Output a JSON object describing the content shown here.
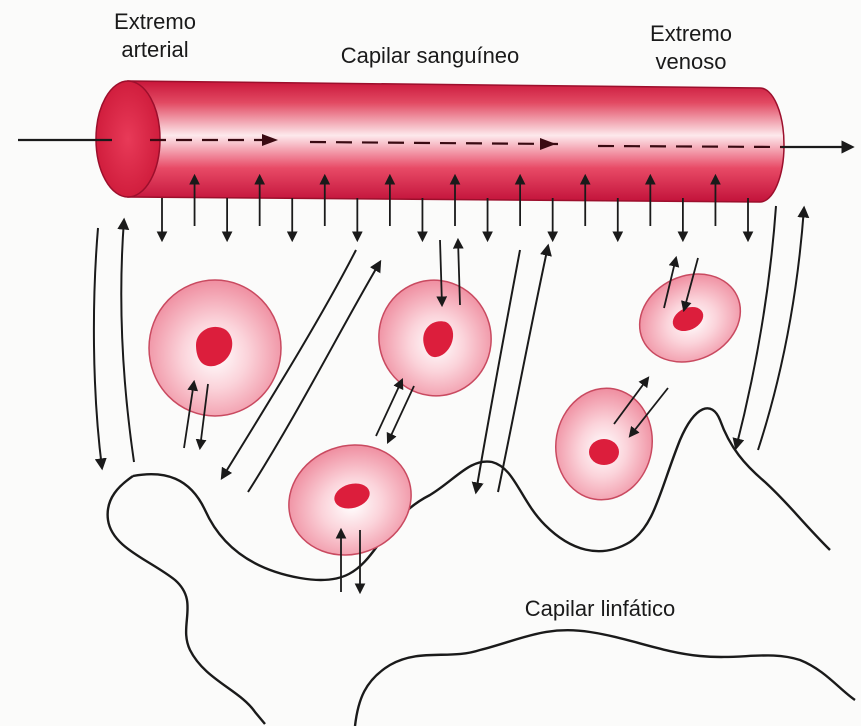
{
  "labels": {
    "arterial_line1": "Extremo",
    "arterial_line2": "arterial",
    "blood_capillary": "Capilar sanguíneo",
    "venous_line1": "Extremo",
    "venous_line2": "venoso",
    "lymphatic_capillary": "Capilar linfático"
  },
  "colors": {
    "vessel_red": "#d8213f",
    "vessel_light": "#fbe6ea",
    "nucleus_red": "#dc1e3c",
    "cell_pink": "#f7a6b4",
    "line": "#1a1a1a"
  }
}
